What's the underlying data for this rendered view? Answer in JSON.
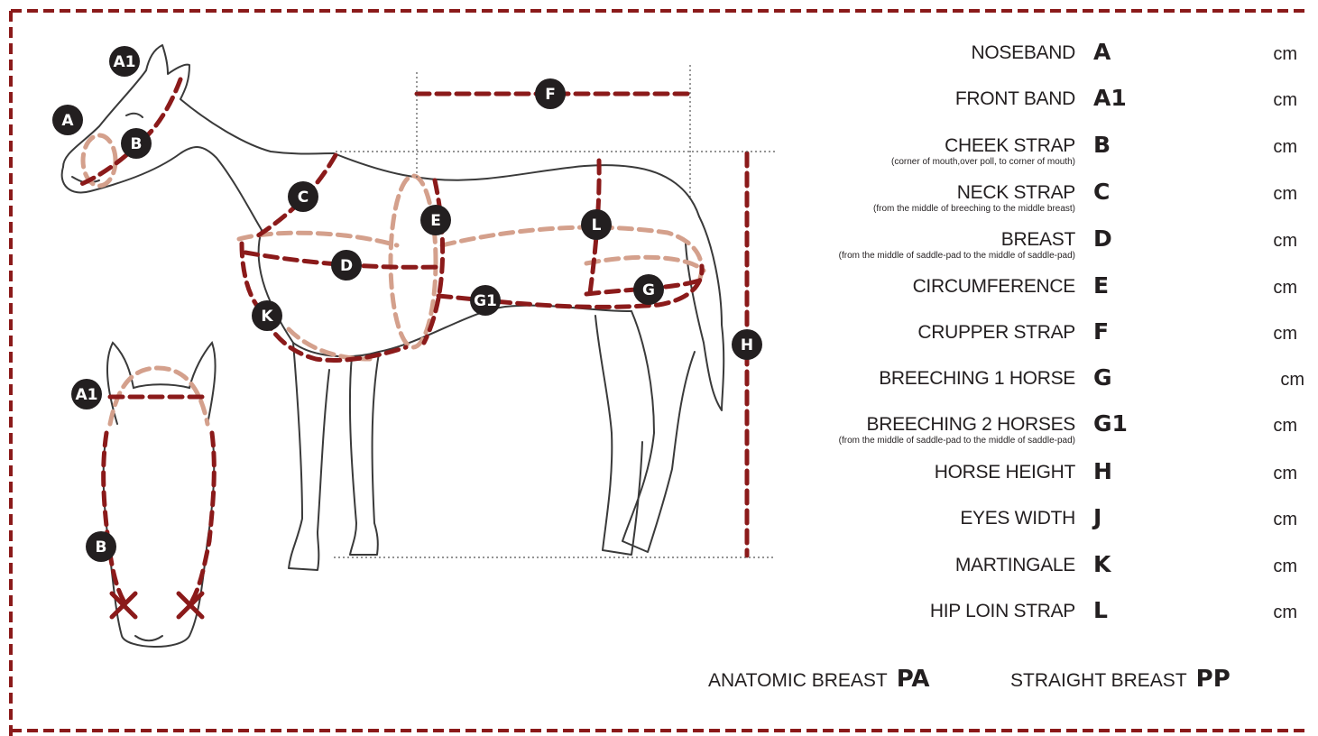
{
  "colors": {
    "dark_line": "#8b1a1a",
    "light_line": "#d4a08c",
    "badge": "#231f20",
    "outline": "#3a3a3a"
  },
  "diagram_badges": {
    "A1_side": "A1",
    "A_side": "A",
    "B_side": "B",
    "C": "C",
    "D": "D",
    "E": "E",
    "F": "F",
    "G": "G",
    "G1": "G1",
    "H": "H",
    "K": "K",
    "L": "L",
    "A1_front": "A1",
    "B_front": "B"
  },
  "measurements": [
    {
      "label": "NOSEBAND",
      "code": "A",
      "unit": "cm",
      "note": ""
    },
    {
      "label": "FRONT BAND",
      "code": "A1",
      "unit": "cm",
      "note": ""
    },
    {
      "label": "CHEEK STRAP",
      "code": "B",
      "unit": "cm",
      "note": "(corner of mouth,over poll, to corner of mouth)"
    },
    {
      "label": "NECK STRAP",
      "code": "C",
      "unit": "cm",
      "note": "(from the middle of breeching to the middle breast)"
    },
    {
      "label": "BREAST",
      "code": "D",
      "unit": "cm",
      "note": "(from the middle of saddle-pad to the middle of saddle-pad)"
    },
    {
      "label": "CIRCUMFERENCE",
      "code": "E",
      "unit": "cm",
      "note": ""
    },
    {
      "label": "CRUPPER STRAP",
      "code": "F",
      "unit": "cm",
      "note": ""
    },
    {
      "label": "BREECHING 1 HORSE",
      "code": "G",
      "unit": "cm",
      "note": ""
    },
    {
      "label": "BREECHING 2 HORSES",
      "code": "G1",
      "unit": "cm",
      "note": "(from the middle of saddle-pad to the middle of saddle-pad)"
    },
    {
      "label": "HORSE HEIGHT",
      "code": "H",
      "unit": "cm",
      "note": ""
    },
    {
      "label": "EYES WIDTH",
      "code": "J",
      "unit": "cm",
      "note": ""
    },
    {
      "label": "MARTINGALE",
      "code": "K",
      "unit": "cm",
      "note": ""
    },
    {
      "label": "HIP LOIN STRAP",
      "code": "L",
      "unit": "cm",
      "note": ""
    }
  ],
  "breast_types": [
    {
      "label": "ANATOMIC BREAST",
      "code": "PA"
    },
    {
      "label": "STRAIGHT BREAST",
      "code": "PP"
    }
  ]
}
